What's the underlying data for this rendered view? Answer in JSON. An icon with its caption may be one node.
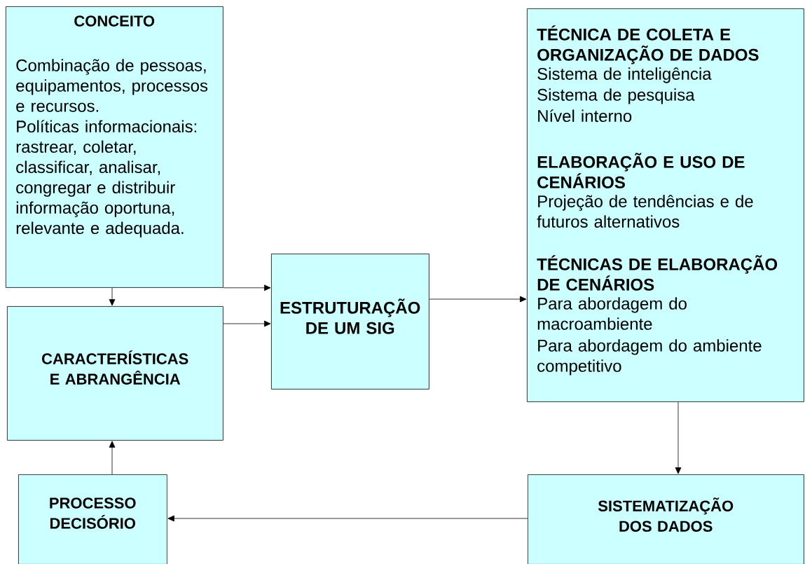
{
  "diagram": {
    "nodes": [
      {
        "text": [
          "CONCEITO",
          "Combinação de pessoas, equipamentos, processos e recursos.",
          "Políticas informacionais: rastrear, coletar, classificar, analisar, congregar e distribuir informação oportuna, relevante e adequada."
        ]
      },
      {
        "text": [
          "CARACTERÍSTICAS E ABRANGÊNCIA"
        ]
      },
      {
        "text": [
          "ESTRUTURAÇÃO DE UM SIG"
        ]
      },
      {
        "text": [
          "TÉCNICA DE COLETA E ORGANIZAÇÃO DE DADOS",
          "Sistema de inteligência",
          "Sistema de pesquisa",
          "Nível interno",
          "ELABORAÇÃO E USO DE CENÁRIOS",
          "Projeção de tendências e de futuros alternativos",
          "TÉCNICAS DE ELABORAÇÃO DE CENÁRIOS",
          "Para abordagem do macroambiente",
          "Para abordagem do ambiente competitivo"
        ]
      },
      {
        "text": [
          "SISTEMATIZAÇÃO DOS DADOS"
        ]
      },
      {
        "text": [
          "PROCESSO DECISÓRIO"
        ]
      }
    ],
    "edges": [
      {
        "from": 0,
        "to": 2,
        "arrow": "to"
      },
      {
        "from": 0,
        "to": 1,
        "arrow": "to"
      },
      {
        "from": 1,
        "to": 2,
        "arrow": "to"
      },
      {
        "from": 2,
        "to": 3,
        "arrow": "to"
      },
      {
        "from": 3,
        "to": 4,
        "arrow": "to"
      },
      {
        "from": 4,
        "to": 5,
        "arrow": "to"
      },
      {
        "from": 5,
        "to": 1,
        "arrow": "to"
      }
    ]
  }
}
